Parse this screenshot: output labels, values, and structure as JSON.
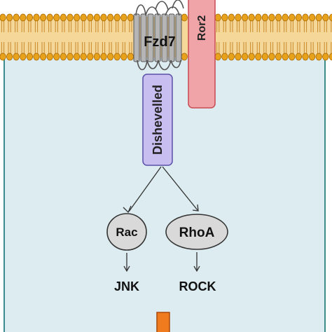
{
  "receptor_fzd": {
    "label": "Fzd7"
  },
  "coreceptor": {
    "label": "Ror2"
  },
  "adapter": {
    "label": "Dishevelled"
  },
  "gtpases": [
    {
      "label": "Rac"
    },
    {
      "label": "RhoA"
    }
  ],
  "effectors": [
    {
      "label": "JNK"
    },
    {
      "label": "ROCK"
    }
  ],
  "colors": {
    "cytoplasm": "#dcecf0",
    "cell_outline": "#3b8c8c",
    "membrane_head": "#e8a11a",
    "membrane_head_stroke": "#a86a08",
    "membrane_core": "#f5d79a",
    "receptor": "#b5b5b5",
    "coreceptor": "#f1a4a8",
    "adapter": "#c8bff0",
    "gtpase": "#d9d9d9",
    "bottom_bar": "#f07b1e"
  }
}
